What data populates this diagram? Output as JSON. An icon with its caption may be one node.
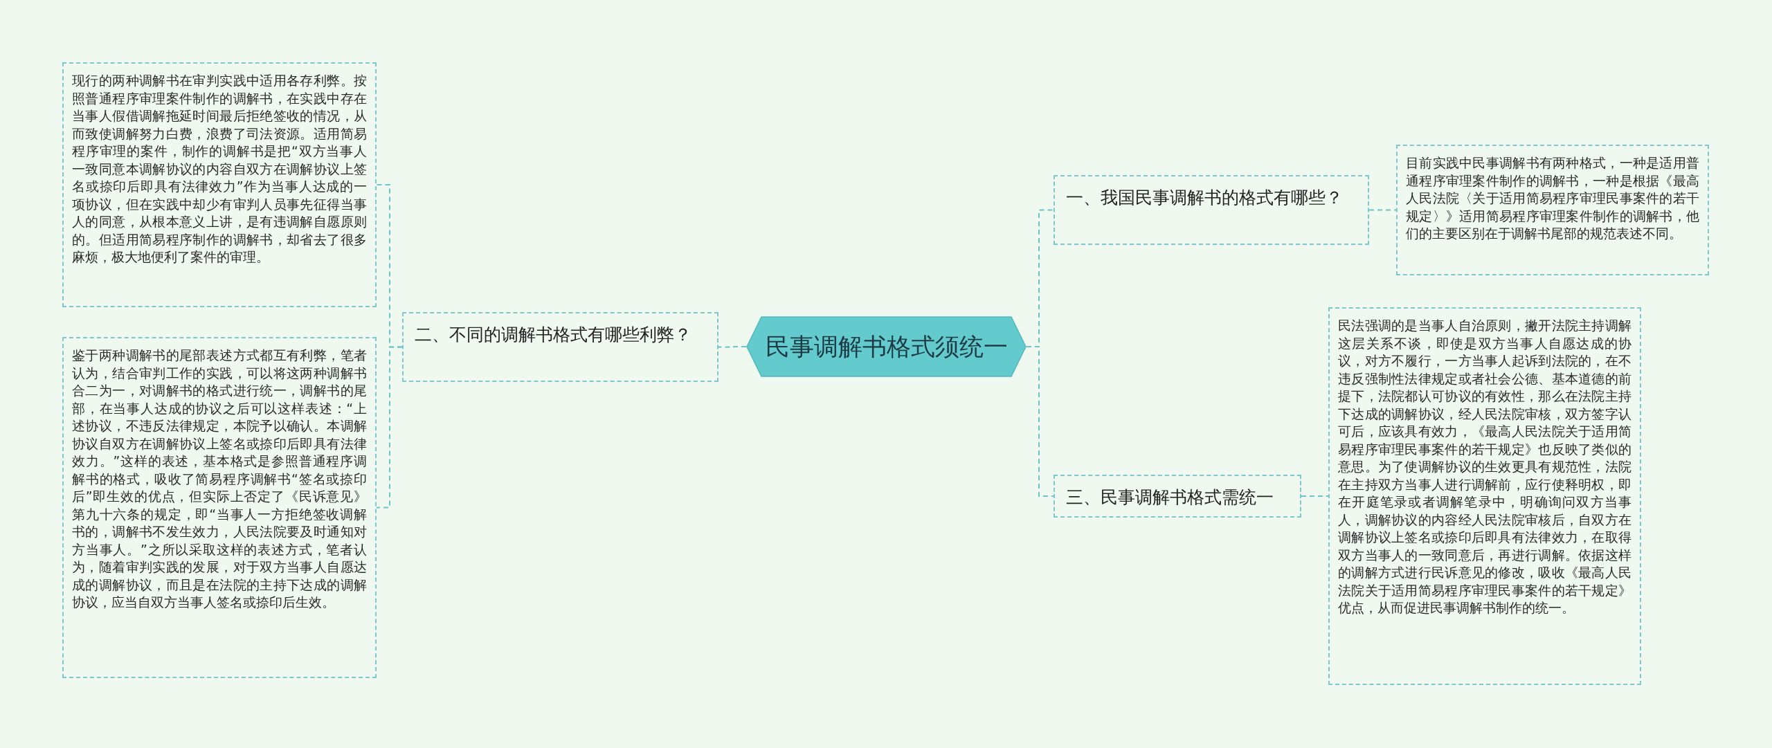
{
  "diagram": {
    "nodes": [
      {
        "text": [
          "民事调解书格式须统一"
        ]
      },
      {
        "text": [
          "一、我国民事调解书的格式有哪些？"
        ]
      },
      {
        "text": [
          "二、不同的调解书格式有哪些利弊？"
        ]
      },
      {
        "text": [
          "三、民事调解书格式需统一"
        ]
      },
      {
        "text": [
          "目前实践中民事调解书有两种格式，一种是适用普通程序审理案件制作的调解书，一种是根据《最高人民法院〈关于适用简易程序审理民事案件的若干规定〉》适用简易程序审理案件制作的调解书，他们的主要区别在于调解书尾部的规范表述不同。"
        ]
      },
      {
        "text": [
          "现行的两种调解书在审判实践中适用各存利弊。按照普通程序审理案件制作的调解书，在实践中存在当事人假借调解拖延时间最后拒绝签收的情况，从而致使调解努力白费，浪费了司法资源。适用简易程序审理的案件，制作的调解书是把“双方当事人一致同意本调解协议的内容自双方在调解协议上签名或捺印后即具有法律效力”作为当事人达成的一项协议，但在实践中却少有审判人员事先征得当事人的同意，从根本意义上讲，是有违调解自愿原则的。但适用简易程序制作的调解书，却省去了很多麻烦，极大地便利了案件的审理。"
        ]
      },
      {
        "text": [
          "鉴于两种调解书的尾部表述方式都互有利弊，笔者认为，结合审判工作的实践，可以将这两种调解书合二为一，对调解书的格式进行统一，调解书的尾部，在当事人达成的协议之后可以这样表述：“上述协议，不违反法律规定，本院予以确认。本调解协议自双方在调解协议上签名或捺印后即具有法律效力。”这样的表述，基本格式是参照普通程序调解书的格式，吸收了简易程序调解书“签名或捺印后”即生效的优点，但实际上否定了《民诉意见》第九十六条的规定，即“当事人一方拒绝签收调解书的，调解书不发生效力，人民法院要及时通知对方当事人。”之所以采取这样的表述方式，笔者认为，随着审判实践的发展，对于双方当事人自愿达成的调解协议，而且是在法院的主持下达成的调解协议，应当自双方当事人签名或捺印后生效。"
        ]
      },
      {
        "text": [
          "民法强调的是当事人自治原则，撇开法院主持调解这层关系不谈，即使是双方当事人自愿达成的协议，对方不履行，一方当事人起诉到法院的，在不违反强制性法律规定或者社会公德、基本道德的前提下，法院都认可协议的有效性，那么在法院主持下达成的调解协议，经人民法院审核，双方签字认可后，应该具有效力，《最高人民法院关于适用简易程序审理民事案件的若干规定》也反映了类似的意思。为了使调解协议的生效更具有规范性，法院在主持双方当事人进行调解前，应行使释明权，即在开庭笔录或者调解笔录中，明确询问双方当事人，调解协议的内容经人民法院审核后，自双方在调解协议上签名或捺印后即具有法律效力，在取得双方当事人的一致同意后，再进行调解。依据这样的调解方式进行民诉意见的修改，吸收《最高人民法院关于适用简易程序审理民事案件的若干规定》优点，从而促进民事调解书制作的统一。"
        ]
      }
    ],
    "edges": [
      {
        "from": 0,
        "to": 1,
        "arrow": "none"
      },
      {
        "from": 0,
        "to": 2,
        "arrow": "none"
      },
      {
        "from": 0,
        "to": 3,
        "arrow": "none"
      },
      {
        "from": 1,
        "to": 4,
        "arrow": "none"
      },
      {
        "from": 2,
        "to": 5,
        "arrow": "none"
      },
      {
        "from": 2,
        "to": 6,
        "arrow": "none"
      },
      {
        "from": 3,
        "to": 7,
        "arrow": "none"
      }
    ]
  }
}
